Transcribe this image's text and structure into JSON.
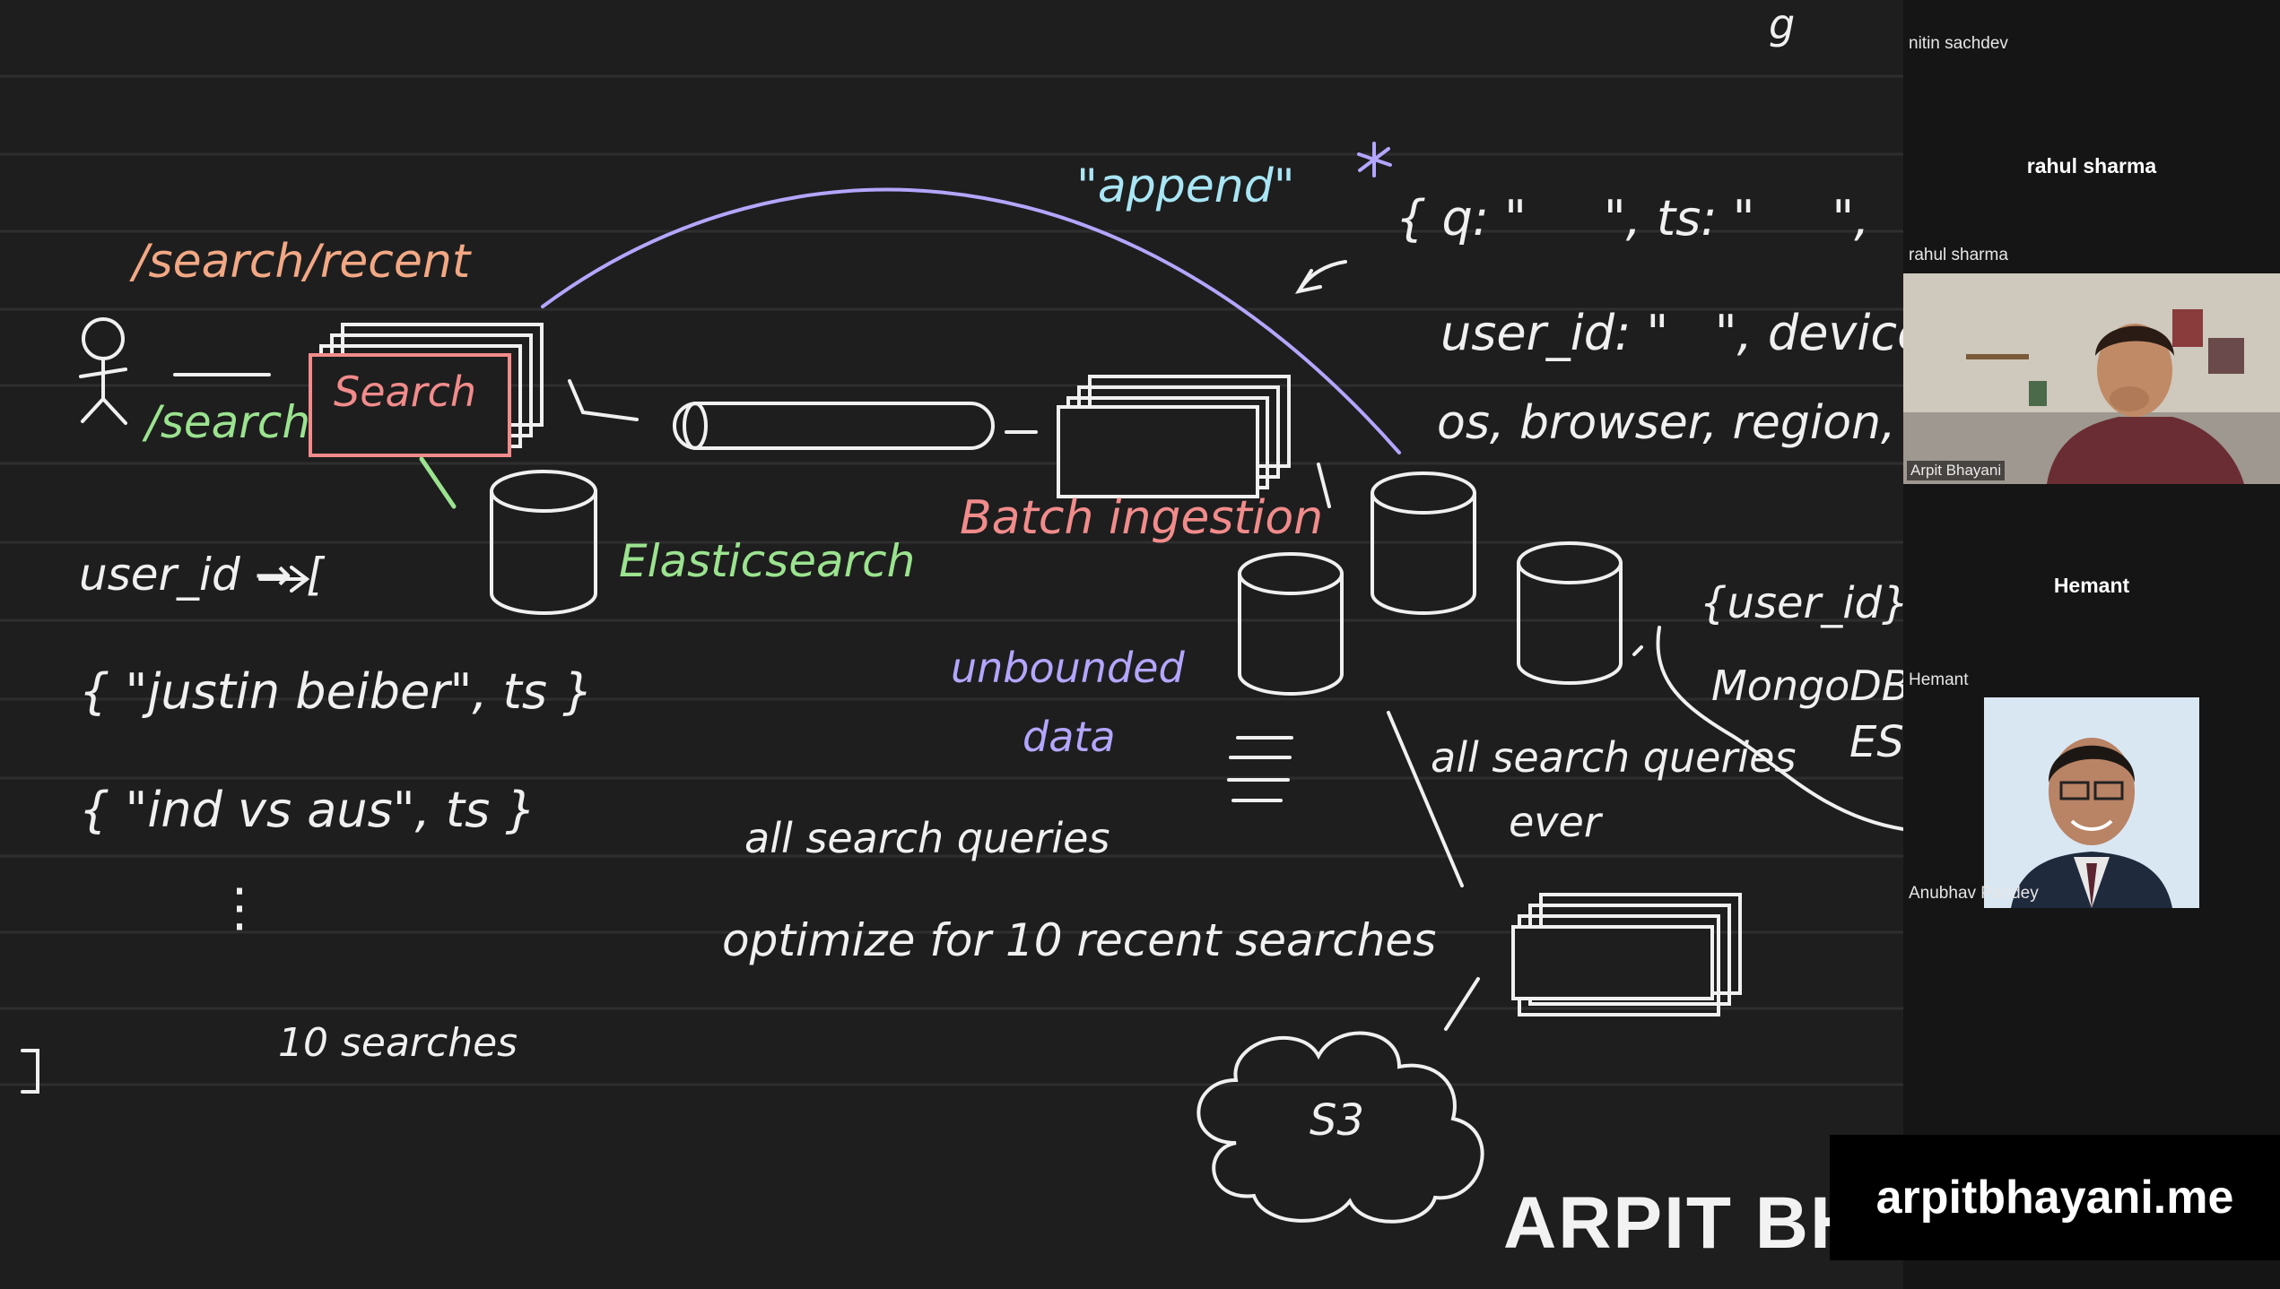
{
  "whiteboard": {
    "labels": {
      "search_recent_endpoint": "/search/recent",
      "search_endpoint": "/search",
      "search_box": "Search",
      "elasticsearch": "Elasticsearch",
      "append": "\"append\"",
      "batch_ingestion": "Batch ingestion",
      "unbounded_data": [
        "unbounded",
        "data"
      ],
      "json_line1": "{ q: \"     \", ts: \"     \",",
      "json_line2": "user_id: \"   \", device",
      "json_line3": "os, browser, region,",
      "user_id_map": "user_id → [",
      "entry1": "{ \"justin beiber\", ts }",
      "entry2": "{ \"ind vs aus\", ts }",
      "ellipsis": "⋮",
      "close_bracket": "]",
      "ten_searches": "10 searches",
      "all_search_queries": "all search queries",
      "optimize": "optimize for 10 recent searches",
      "user_id_key": "{user_id}",
      "mongodb": "MongoDB",
      "es": "ES",
      "all_queries_ever": [
        "all search queries",
        "ever"
      ],
      "s3": "S3"
    },
    "colors": {
      "background": "#1e1e1e",
      "chalk": "#f0f0f0",
      "orange": "#f2a884",
      "green": "#9be38f",
      "pink": "#f28b8b",
      "purple": "#b3a6ff",
      "cyan": "#a9e6f5"
    }
  },
  "participants": {
    "p1": {
      "top_label": "nitin sachdev"
    },
    "p2": {
      "heading": "rahul sharma",
      "label": "rahul sharma",
      "video_name": "Arpit Bhayani"
    },
    "p3": {
      "heading": "Hemant",
      "label": "Hemant",
      "video_name": "Anubhav Pandey"
    }
  },
  "branding": {
    "site": "arpitbhayani.me",
    "watermark": "ARPIT BHAYANI"
  }
}
